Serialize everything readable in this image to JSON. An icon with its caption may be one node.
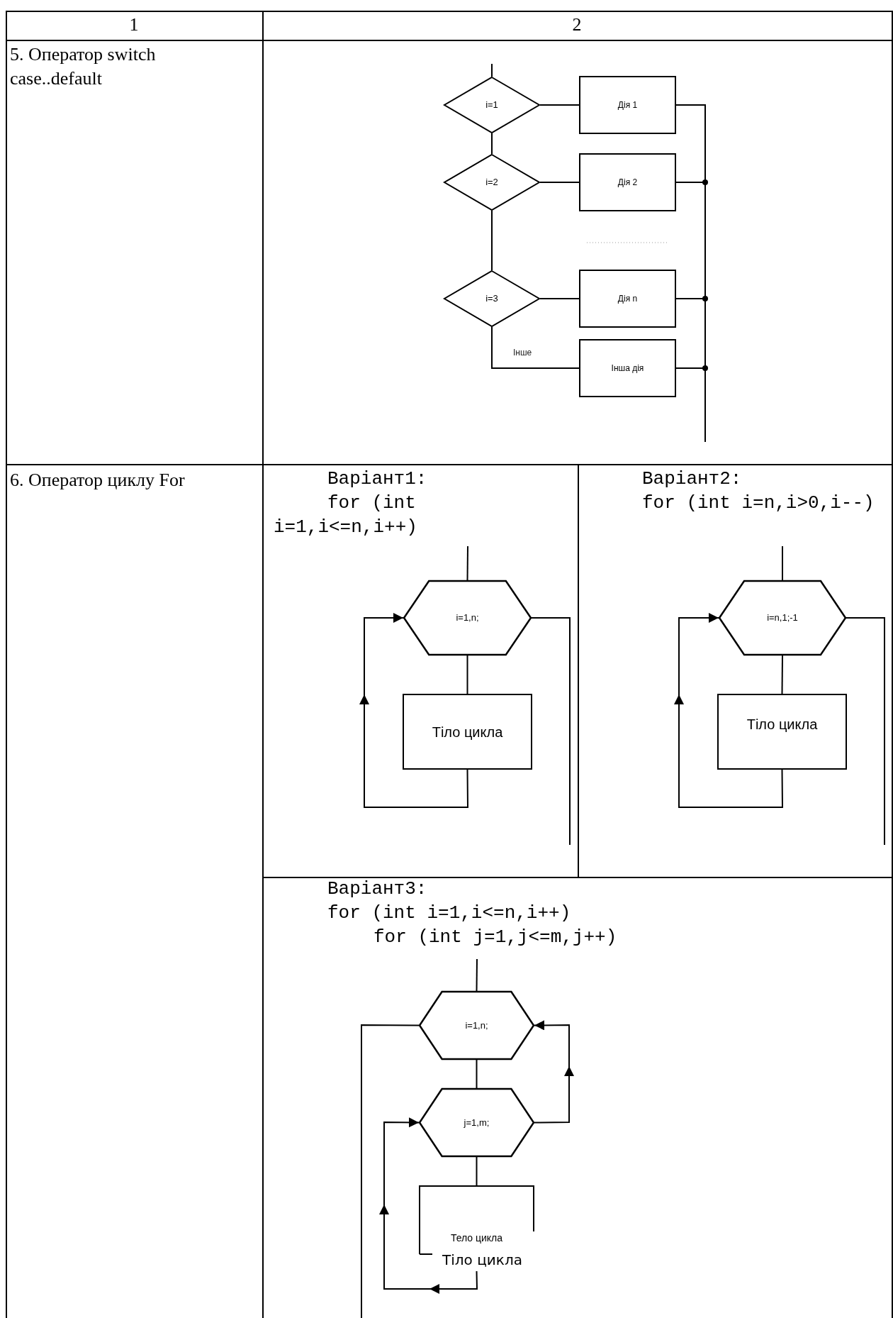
{
  "diagram": {
    "nodes": [
      {
        "text": [
          "i=1"
        ]
      },
      {
        "text": [
          "Дія 1"
        ]
      },
      {
        "text": [
          "i=2"
        ]
      },
      {
        "text": [
          "Дія 2"
        ]
      },
      {
        "text": [
          "i=3"
        ]
      },
      {
        "text": [
          "Дія n"
        ]
      },
      {
        "text": [
          "Інша дія"
        ]
      },
      {
        "text": [
          "i=1,n;"
        ]
      },
      {
        "text": [
          "Тіло цикла"
        ]
      },
      {
        "text": [
          "i=n,1;-1"
        ]
      },
      {
        "text": [
          "Тіло цикла"
        ]
      },
      {
        "text": [
          "i=1,n;"
        ]
      },
      {
        "text": [
          "j=1,m;"
        ]
      },
      {
        "text": [
          "Тело цикла",
          "Тіло цикла"
        ]
      }
    ],
    "edges": [
      {
        "from": null,
        "to": 0,
        "arrow": "none"
      },
      {
        "from": 0,
        "to": 1,
        "arrow": "none"
      },
      {
        "from": 0,
        "to": 2,
        "arrow": "none"
      },
      {
        "from": 2,
        "to": 3,
        "arrow": "none"
      },
      {
        "from": 2,
        "to": 4,
        "arrow": "none"
      },
      {
        "from": 4,
        "to": 5,
        "arrow": "none"
      },
      {
        "from": 4,
        "to": 6,
        "arrow": "none",
        "label": "Інше"
      },
      {
        "from": 1,
        "to": null,
        "arrow": "none"
      },
      {
        "from": 3,
        "to": null,
        "arrow": "none"
      },
      {
        "from": 5,
        "to": null,
        "arrow": "none"
      },
      {
        "from": 6,
        "to": null,
        "arrow": "none"
      },
      {
        "from": null,
        "to": 7,
        "arrow": "none"
      },
      {
        "from": 7,
        "to": 8,
        "arrow": "none"
      },
      {
        "from": 8,
        "to": 7,
        "arrow": "to"
      },
      {
        "from": 7,
        "to": null,
        "arrow": "none"
      },
      {
        "from": null,
        "to": 9,
        "arrow": "none"
      },
      {
        "from": 9,
        "to": 10,
        "arrow": "none"
      },
      {
        "from": 10,
        "to": 9,
        "arrow": "to"
      },
      {
        "from": 9,
        "to": null,
        "arrow": "none"
      },
      {
        "from": null,
        "to": 11,
        "arrow": "none"
      },
      {
        "from": 11,
        "to": 12,
        "arrow": "none"
      },
      {
        "from": 12,
        "to": 13,
        "arrow": "none"
      },
      {
        "from": 13,
        "to": 12,
        "arrow": "to"
      },
      {
        "from": 12,
        "to": 11,
        "arrow": "to"
      },
      {
        "from": 11,
        "to": null,
        "arrow": "none"
      }
    ],
    "labels": [
      "1",
      "2",
      "5. Оператор switch case..default",
      "6. Оператор циклу For",
      "Варіант1:",
      "for (int i=1,i<=n,i++)",
      "Варіант2:",
      "for (int i=n,i>0,i--)",
      "Варіант3:",
      "for (int i=1,i<=n,i++)",
      "for (int j=1,j<=m,j++)"
    ]
  }
}
